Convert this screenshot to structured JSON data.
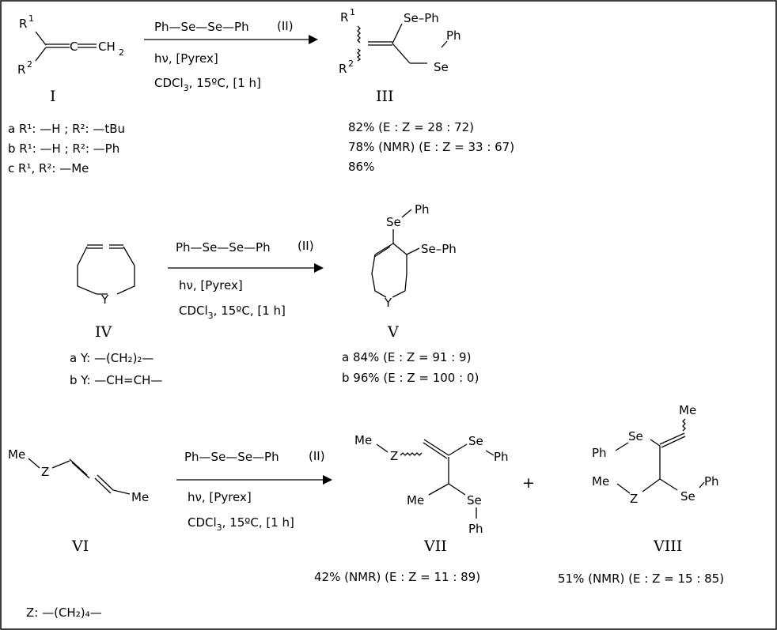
{
  "reaction1": {
    "reactant_label": "I",
    "product_label": "III",
    "reagent": "Ph—Se—Se—Ph",
    "reagent_id": "(II)",
    "conditions_1": "hν,  [Pyrex]",
    "conditions_2_pre": "CDCl",
    "conditions_2_sub": "3",
    "conditions_2_post": ",  15ºC,  [1 h]",
    "reactant_atoms": {
      "r1": "R",
      "r1_sup": "1",
      "r2": "R",
      "r2_sup": "2",
      "ch2": "CH",
      "ch2_sub": "2"
    },
    "product_atoms": {
      "r1": "R",
      "r1_sup": "1",
      "r2": "R",
      "r2_sup": "2",
      "sePh": "Se–Ph",
      "ph": "Ph",
      "se": "Se"
    },
    "substituents": [
      {
        "id": "a",
        "text": "a R¹: —H ; R²: —tBu"
      },
      {
        "id": "b",
        "text": "b R¹: —H ; R²: —Ph"
      },
      {
        "id": "c",
        "text": "c R¹, R²: —Me"
      }
    ],
    "yields": [
      "82% (E : Z = 28 : 72)",
      "78% (NMR) (E : Z = 33 : 67)",
      "86%"
    ]
  },
  "reaction2": {
    "reactant_label": "IV",
    "product_label": "V",
    "reagent": "Ph—Se—Se—Ph",
    "reagent_id": "(II)",
    "conditions_1": "hν,  [Pyrex]",
    "conditions_2_pre": "CDCl",
    "conditions_2_sub": "3",
    "conditions_2_post": ",  15ºC,  [1 h]",
    "reactant_atoms": {
      "y": "Y"
    },
    "product_atoms": {
      "se_top": "Se",
      "ph_top": "Ph",
      "sePh": "Se–Ph",
      "y": "Y"
    },
    "substituents": [
      {
        "id": "a",
        "text": "a Y: —(CH₂)₂—"
      },
      {
        "id": "b",
        "text": "b Y: —CH=CH—"
      }
    ],
    "yields": [
      "a 84% (E : Z = 91 : 9)",
      "b 96% (E : Z = 100 : 0)"
    ]
  },
  "reaction3": {
    "reactant_label": "VI",
    "product_label_1": "VII",
    "product_label_2": "VIII",
    "plus": "+",
    "reagent": "Ph—Se—Se—Ph",
    "reagent_id": "(II)",
    "conditions_1": "hν,  [Pyrex]",
    "conditions_2_pre": "CDCl",
    "conditions_2_sub": "3",
    "conditions_2_post": ",  15ºC,  [1 h]",
    "reactant_atoms": {
      "me1": "Me",
      "z": "Z",
      "me2": "Me"
    },
    "product1_atoms": {
      "me1": "Me",
      "z": "Z",
      "se1": "Se",
      "ph1": "Ph",
      "me2": "Me",
      "se2": "Se",
      "ph2": "Ph"
    },
    "product2_atoms": {
      "me_top": "Me",
      "ph1": "Ph",
      "se1": "Se",
      "me2": "Me",
      "z": "Z",
      "se2": "Se",
      "ph2": "Ph"
    },
    "yield_1": "42% (NMR) (E : Z = 11 : 89)",
    "yield_2": "51% (NMR) (E : Z = 15 : 85)",
    "z_definition": "Z:  —(CH₂)₄—"
  }
}
